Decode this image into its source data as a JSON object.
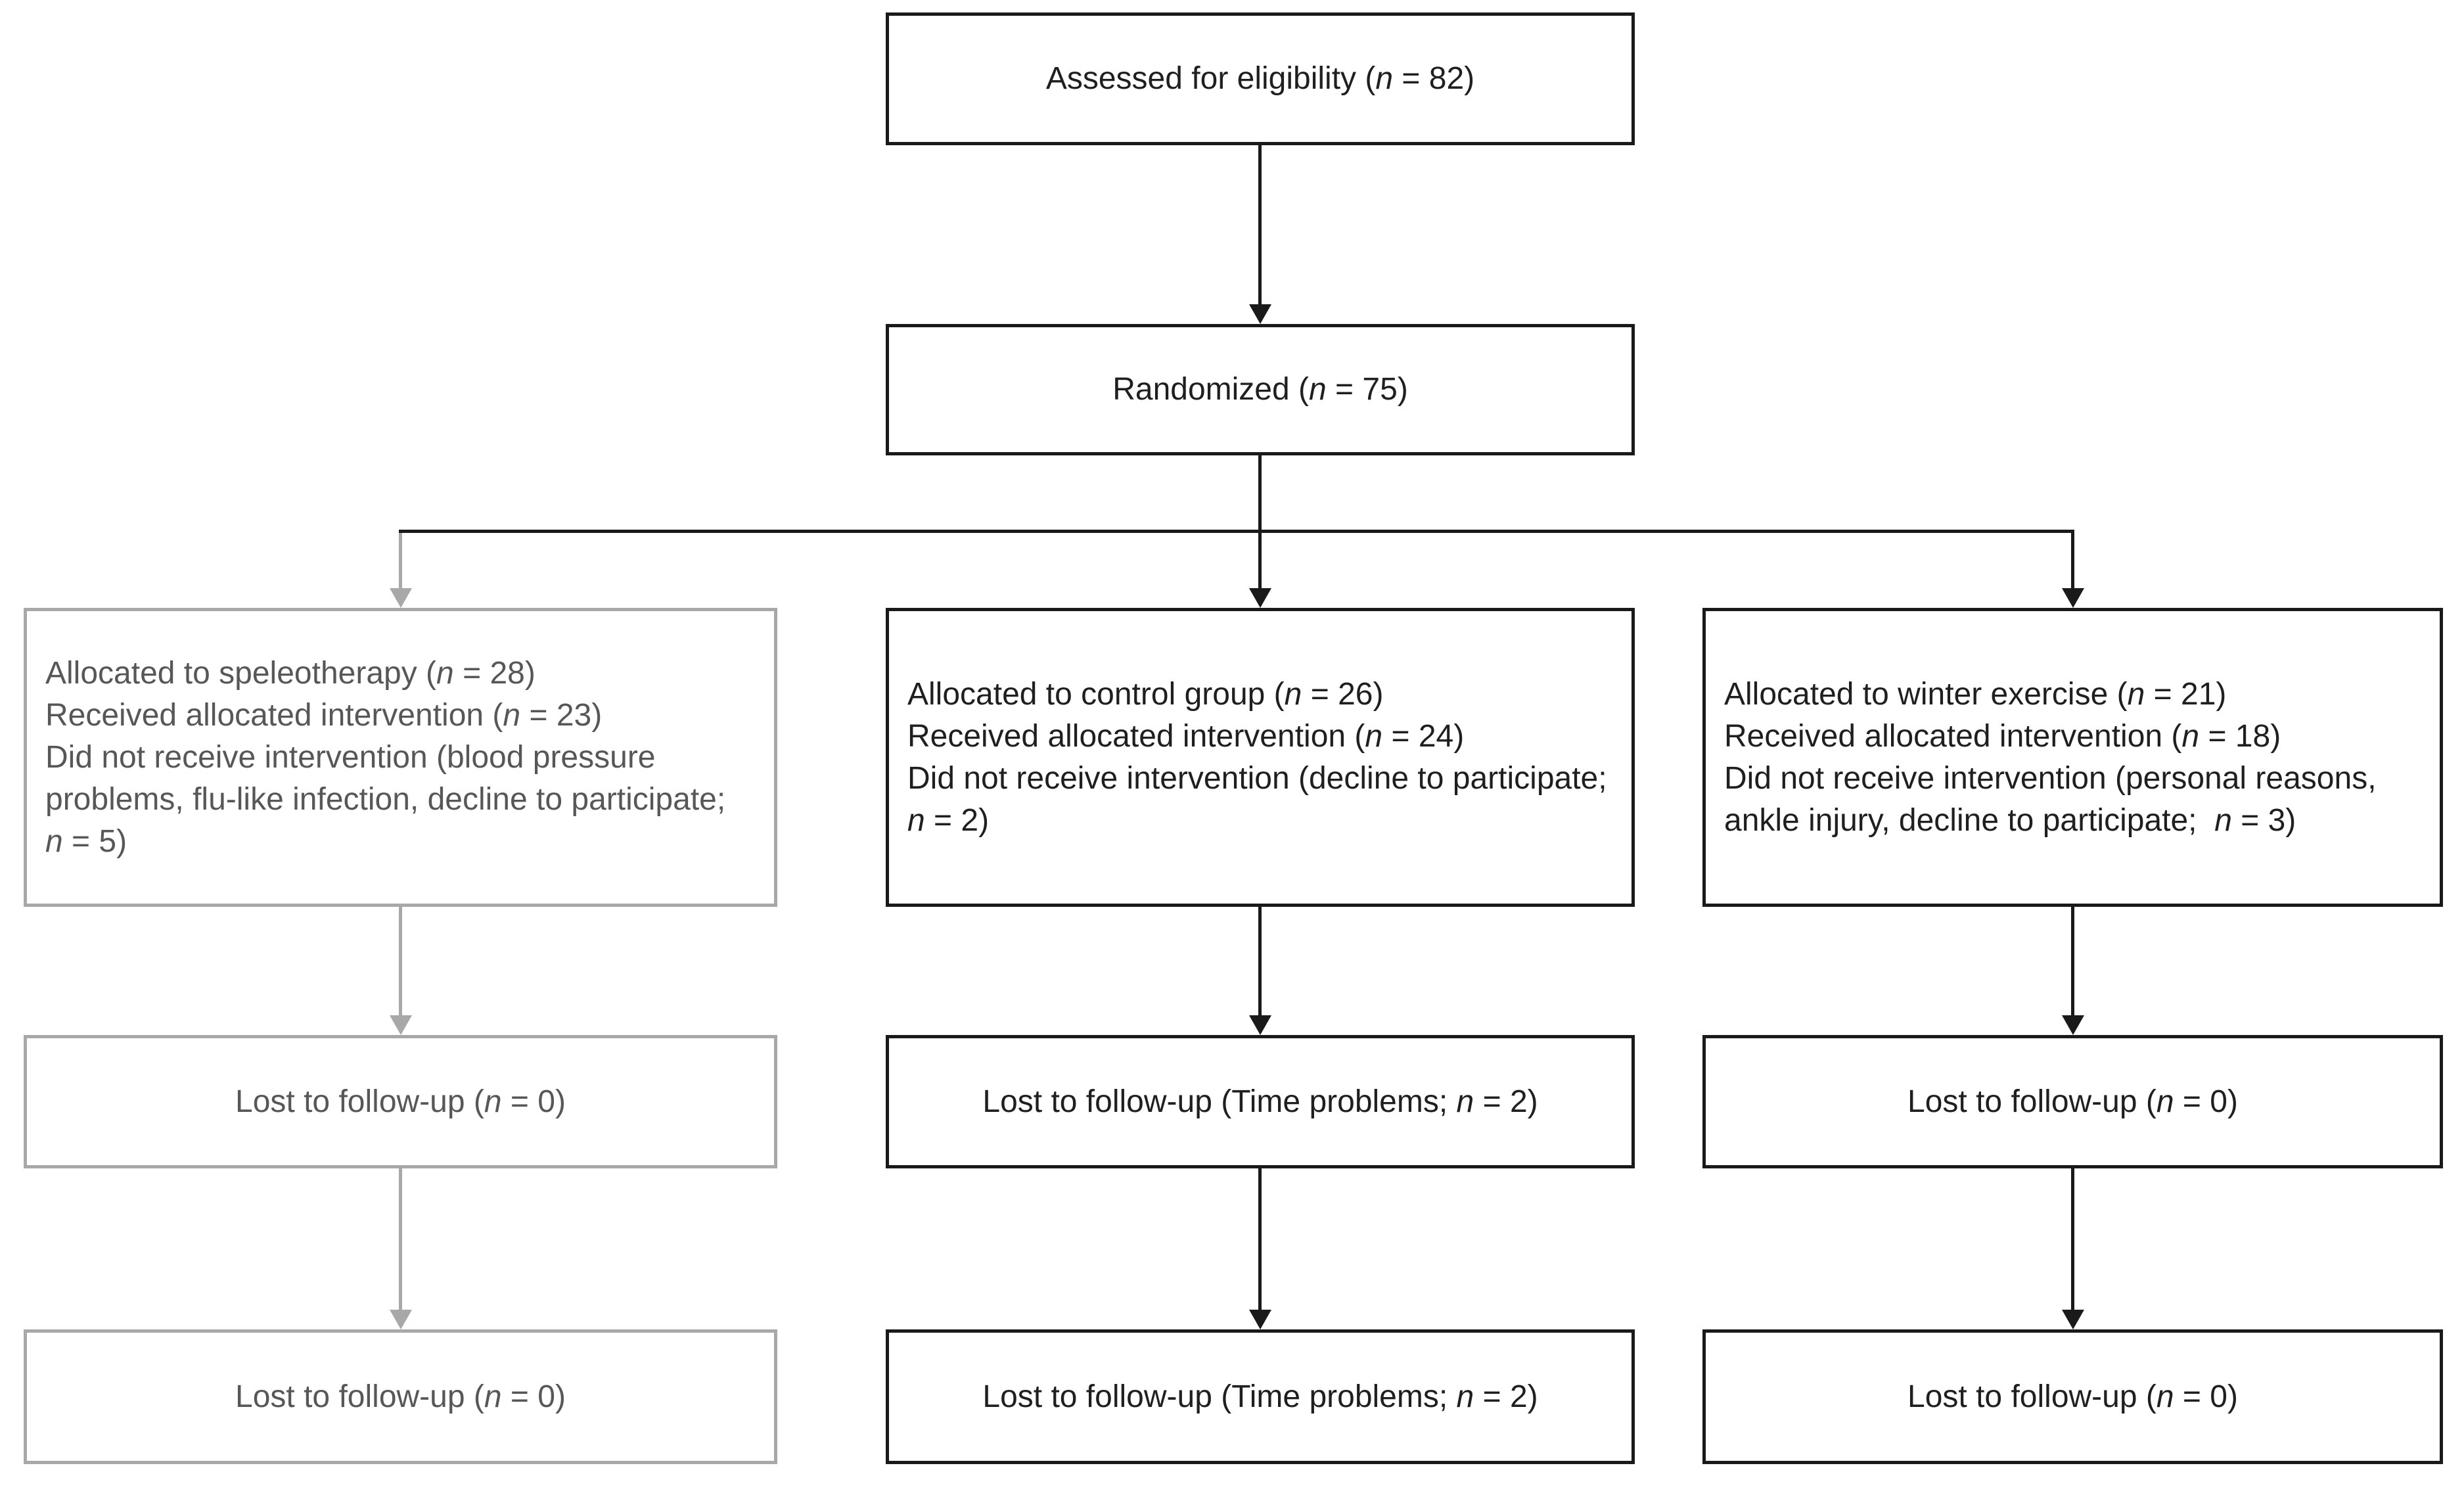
{
  "flowchart": {
    "assessed": "Assessed for eligibility (n = 82)",
    "randomized": "Randomized (n = 75)",
    "arms": [
      {
        "allocation": [
          "Allocated to speleotherapy (n = 28)",
          "Received allocated intervention (n = 23)",
          "Did not receive intervention (blood pressure problems, flu-like infection, decline to participate;  n = 5)"
        ],
        "lost_to_followup_1": "Lost to follow-up (n = 0)",
        "lost_to_followup_2": "Lost to follow-up (n = 0)"
      },
      {
        "allocation": [
          "Allocated to control group (n = 26)",
          "Received allocated intervention (n = 24)",
          "Did not receive intervention (decline to participate;  n = 2)"
        ],
        "lost_to_followup_1": "Lost to follow-up (Time problems; n = 2)",
        "lost_to_followup_2": "Lost to follow-up (Time problems; n = 2)"
      },
      {
        "allocation": [
          "Allocated to winter exercise (n = 21)",
          "Received allocated intervention (n = 18)",
          "Did not receive intervention (personal reasons, ankle injury, decline to participate;  n = 3)"
        ],
        "lost_to_followup_1": "Lost to follow-up (n = 0)",
        "lost_to_followup_2": "Lost to follow-up (n = 0)"
      }
    ],
    "colors": {
      "line_black": "#1a1a1a",
      "line_gray": "#a8a8a8",
      "text_black": "#1f1f1f",
      "text_gray": "#575757",
      "background": "#ffffff"
    }
  }
}
